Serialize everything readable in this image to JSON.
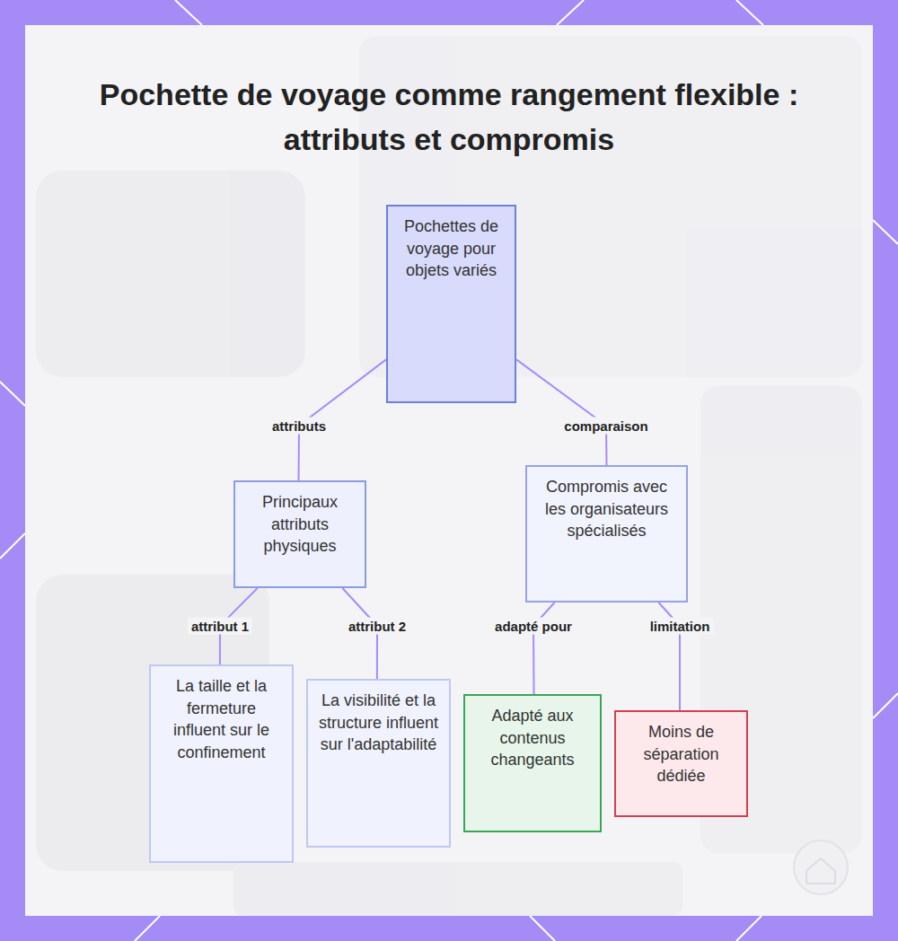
{
  "diagram": {
    "title": "Pochette de voyage comme rangement flexible : attributs et compromis",
    "nodes": [
      {
        "text": [
          "Pochettes de voyage pour objets variés"
        ]
      },
      {
        "text": [
          "Principaux attributs physiques"
        ]
      },
      {
        "text": [
          "Compromis avec les organisateurs spécialisés"
        ]
      },
      {
        "text": [
          "La taille et la fermeture influent sur le confinement"
        ]
      },
      {
        "text": [
          "La visibilité et la structure influent sur l'adaptabilité"
        ]
      },
      {
        "text": [
          "Adapté aux contenus changeants"
        ]
      },
      {
        "text": [
          "Moins de séparation dédiée"
        ]
      }
    ],
    "edges": [
      {
        "from": 0,
        "to": 1,
        "label": "attributs",
        "arrow": "none"
      },
      {
        "from": 0,
        "to": 2,
        "label": "comparaison",
        "arrow": "none"
      },
      {
        "from": 1,
        "to": 3,
        "label": "attribut 1",
        "arrow": "none"
      },
      {
        "from": 1,
        "to": 4,
        "label": "attribut 2",
        "arrow": "none"
      },
      {
        "from": 2,
        "to": 5,
        "label": "adapté pour",
        "arrow": "none"
      },
      {
        "from": 2,
        "to": 6,
        "label": "limitation",
        "arrow": "none"
      }
    ]
  }
}
